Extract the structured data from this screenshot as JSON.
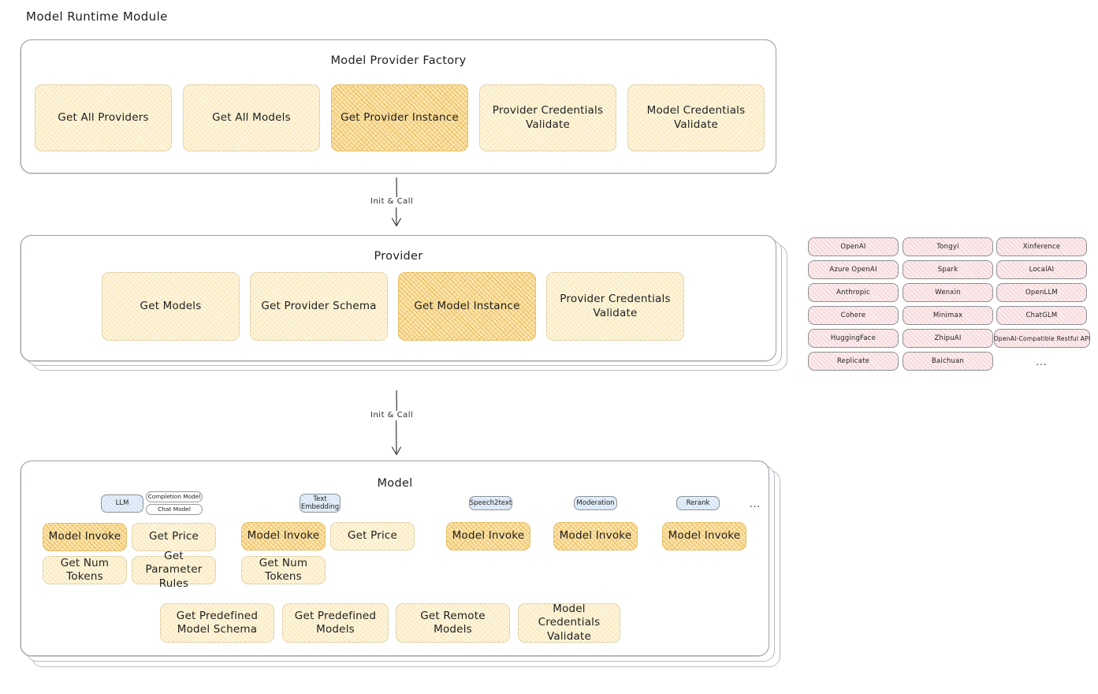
{
  "page": {
    "title": "Model Runtime Module"
  },
  "factory": {
    "label": "Model Provider Factory",
    "items": [
      {
        "label": "Get All Providers",
        "highlight": false
      },
      {
        "label": "Get All Models",
        "highlight": false
      },
      {
        "label": "Get Provider Instance",
        "highlight": true
      },
      {
        "label": "Provider Credentials Validate",
        "highlight": false
      },
      {
        "label": "Model Credentials Validate",
        "highlight": false
      }
    ]
  },
  "arrows": [
    {
      "label": "Init & Call"
    },
    {
      "label": "Init & Call"
    }
  ],
  "provider": {
    "label": "Provider",
    "items": [
      {
        "label": "Get Models",
        "highlight": false
      },
      {
        "label": "Get Provider Schema",
        "highlight": false
      },
      {
        "label": "Get Model Instance",
        "highlight": true
      },
      {
        "label": "Provider Credentials Validate",
        "highlight": false
      }
    ]
  },
  "provider_list": {
    "columns": [
      [
        "OpenAI",
        "Azure OpenAI",
        "Anthropic",
        "Cohere",
        "HuggingFace",
        "Replicate"
      ],
      [
        "Tongyi",
        "Spark",
        "Wenxin",
        "Minimax",
        "ZhipuAI",
        "Baichuan"
      ],
      [
        "Xinference",
        "LocalAI",
        "OpenLLM",
        "ChatGLM",
        "OpenAI-Compatible Restful API"
      ]
    ],
    "more": "..."
  },
  "model": {
    "label": "Model",
    "more": "...",
    "types": [
      {
        "name": "LLM",
        "subtypes": [
          "Completion Model",
          "Chat Model"
        ],
        "ops": [
          {
            "label": "Model Invoke",
            "highlight": true
          },
          {
            "label": "Get Price",
            "highlight": false
          },
          {
            "label": "Get Num Tokens",
            "highlight": false
          },
          {
            "label": "Get Parameter Rules",
            "highlight": false
          }
        ]
      },
      {
        "name": "Text Embedding",
        "subtypes": [],
        "ops": [
          {
            "label": "Model Invoke",
            "highlight": true
          },
          {
            "label": "Get Price",
            "highlight": false
          },
          {
            "label": "Get Num Tokens",
            "highlight": false
          }
        ]
      },
      {
        "name": "Speech2text",
        "subtypes": [],
        "ops": [
          {
            "label": "Model Invoke",
            "highlight": true
          }
        ]
      },
      {
        "name": "Moderation",
        "subtypes": [],
        "ops": [
          {
            "label": "Model Invoke",
            "highlight": true
          }
        ]
      },
      {
        "name": "Rerank",
        "subtypes": [],
        "ops": [
          {
            "label": "Model Invoke",
            "highlight": true
          }
        ]
      }
    ],
    "shared_ops": [
      {
        "label": "Get Predefined Model Schema"
      },
      {
        "label": "Get Predefined Models"
      },
      {
        "label": "Get Remote Models"
      },
      {
        "label": "Model Credentials Validate"
      }
    ]
  },
  "colors": {
    "op_fill": "#fdf6e1",
    "op_fill_highlight": "#fbe6b4",
    "op_border": "#c9b98a",
    "op_border_highlight": "#d8a93f",
    "chip_fill": "#fbeced",
    "tag_fill": "#e4eff9",
    "panel_border": "#9aa0a6",
    "background": "#ffffff"
  }
}
